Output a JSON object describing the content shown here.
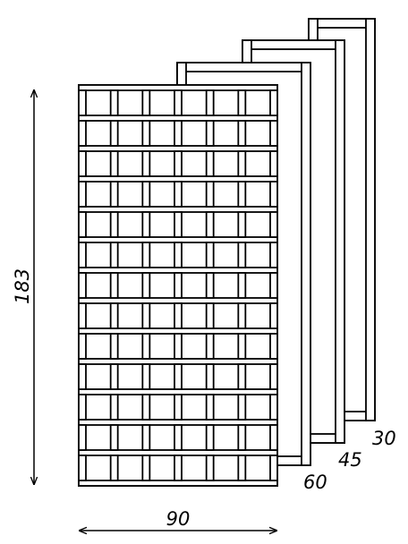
{
  "colors": {
    "stroke": "#000000",
    "fill": "#ffffff"
  },
  "dimensions": {
    "height": "183",
    "width": "90",
    "depths": [
      "30",
      "45",
      "60"
    ]
  }
}
